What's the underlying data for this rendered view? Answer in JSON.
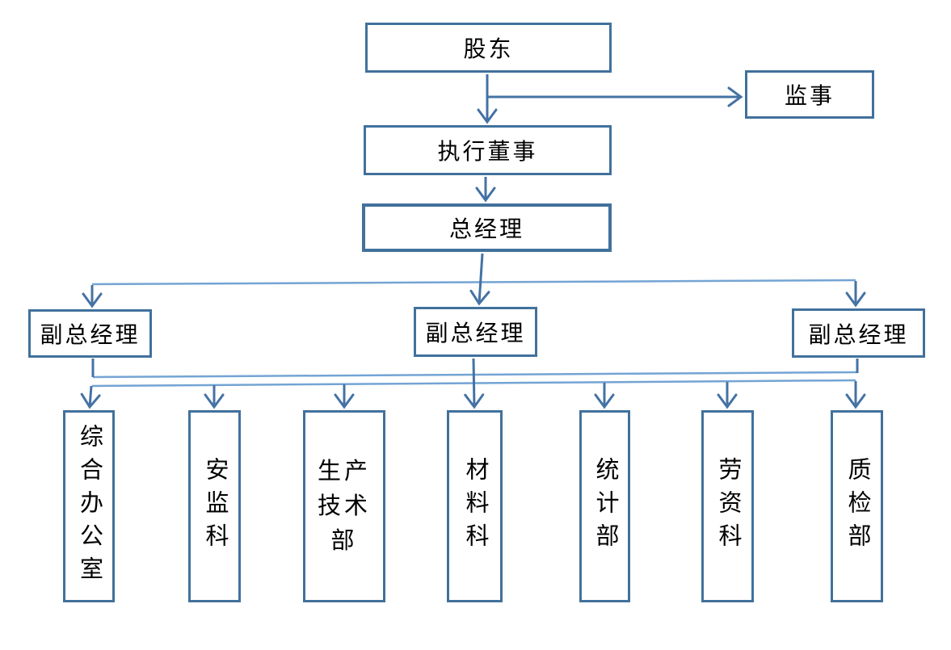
{
  "colors": {
    "box_border": "#41719C",
    "connector_dark": "#4472A4",
    "connector_light": "#74A4D4",
    "text": "#000000",
    "background": "#FFFFFF"
  },
  "nodes": {
    "shareholders": {
      "label": "股东"
    },
    "supervisor": {
      "label": "监事"
    },
    "executive_director": {
      "label": "执行董事"
    },
    "general_manager": {
      "label": "总经理"
    },
    "deputy_general_managers": [
      {
        "label": "副总经理"
      },
      {
        "label": "副总经理"
      },
      {
        "label": "副总经理"
      }
    ],
    "departments": [
      {
        "label": "综合办公室"
      },
      {
        "label": "安监科"
      },
      {
        "label": "生产技术部"
      },
      {
        "label": "材料科"
      },
      {
        "label": "统计部"
      },
      {
        "label": "劳资科"
      },
      {
        "label": "质检部"
      }
    ]
  },
  "edges": [
    {
      "from": "shareholders",
      "to": "executive_director"
    },
    {
      "from": "shareholders",
      "to": "supervisor"
    },
    {
      "from": "executive_director",
      "to": "general_manager"
    },
    {
      "from": "general_manager",
      "to": "deputy_general_managers.0"
    },
    {
      "from": "general_manager",
      "to": "deputy_general_managers.1"
    },
    {
      "from": "general_manager",
      "to": "deputy_general_managers.2"
    },
    {
      "from": "deputy_general_managers",
      "to": "departments.0"
    },
    {
      "from": "deputy_general_managers",
      "to": "departments.1"
    },
    {
      "from": "deputy_general_managers",
      "to": "departments.2"
    },
    {
      "from": "deputy_general_managers",
      "to": "departments.3"
    },
    {
      "from": "deputy_general_managers",
      "to": "departments.4"
    },
    {
      "from": "deputy_general_managers",
      "to": "departments.5"
    },
    {
      "from": "deputy_general_managers",
      "to": "departments.6"
    }
  ]
}
